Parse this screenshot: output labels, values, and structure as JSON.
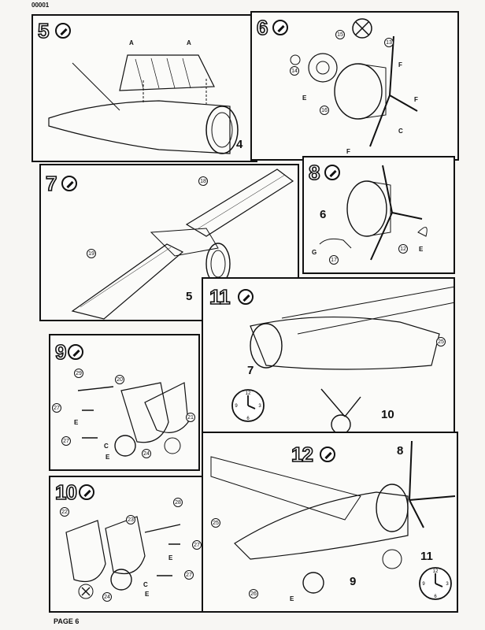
{
  "header": {
    "page_id": "00001"
  },
  "footer": {
    "page_label": "PAGE 6"
  },
  "steps": [
    {
      "num": "5",
      "parts": [],
      "tags": [
        "A",
        "A"
      ],
      "subs": [
        "4"
      ]
    },
    {
      "num": "6",
      "parts": [
        "15",
        "13",
        "14",
        "16"
      ],
      "tags": [
        "F",
        "F",
        "E",
        "C",
        "F"
      ],
      "subs": []
    },
    {
      "num": "7",
      "parts": [
        "18",
        "19"
      ],
      "tags": [],
      "subs": [
        "5"
      ]
    },
    {
      "num": "8",
      "parts": [
        "17",
        "12"
      ],
      "tags": [
        "G",
        "E"
      ],
      "subs": [
        "6"
      ]
    },
    {
      "num": "11",
      "parts": [
        "25"
      ],
      "tags": [],
      "subs": [
        "7",
        "10"
      ]
    },
    {
      "num": "9",
      "parts": [
        "29",
        "20",
        "27",
        "21",
        "27",
        "24"
      ],
      "tags": [
        "E",
        "C",
        "E"
      ],
      "subs": []
    },
    {
      "num": "12",
      "parts": [
        "25",
        "26"
      ],
      "tags": [
        "E"
      ],
      "subs": [
        "8",
        "11",
        "9"
      ]
    },
    {
      "num": "10",
      "parts": [
        "22",
        "23",
        "28",
        "27",
        "27",
        "24"
      ],
      "tags": [
        "E",
        "C",
        "E"
      ],
      "subs": []
    }
  ],
  "clocks": [
    {
      "marks": [
        "12",
        "3",
        "6",
        "9"
      ]
    },
    {
      "marks": [
        "12",
        "3",
        "6",
        "9"
      ]
    }
  ],
  "icons": [
    "glue-icon",
    "clock-icon",
    "no-glue-icon"
  ]
}
